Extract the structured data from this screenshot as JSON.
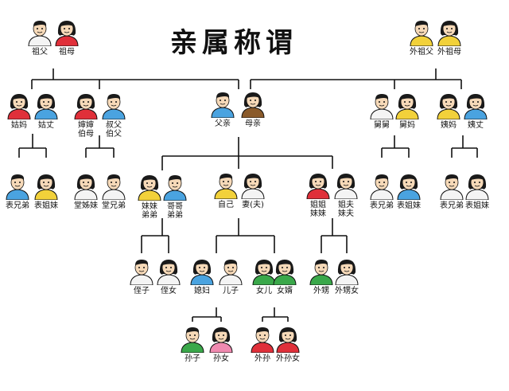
{
  "title": "亲属称谓",
  "people": [
    {
      "id": "grandpa",
      "label": "祖父"
    },
    {
      "id": "grandma",
      "label": "祖母"
    },
    {
      "id": "m_grandpa",
      "label": "外祖父"
    },
    {
      "id": "m_grandma",
      "label": "外祖母"
    },
    {
      "id": "aunt_pat",
      "label": "姑妈"
    },
    {
      "id": "aunt_pat_h",
      "label": "姑丈"
    },
    {
      "id": "uncle_wife",
      "label": "婶婶\n伯母"
    },
    {
      "id": "uncle",
      "label": "叔父\n伯父"
    },
    {
      "id": "father",
      "label": "父亲"
    },
    {
      "id": "mother",
      "label": "母亲"
    },
    {
      "id": "uncle_mat",
      "label": "舅舅"
    },
    {
      "id": "uncle_mat_w",
      "label": "舅妈"
    },
    {
      "id": "aunt_mat",
      "label": "姨妈"
    },
    {
      "id": "aunt_mat_h",
      "label": "姨丈"
    },
    {
      "id": "cousin_pat1",
      "label": "表兄弟"
    },
    {
      "id": "cousin_pat2",
      "label": "表姐妹"
    },
    {
      "id": "tang_sis",
      "label": "堂姊妹"
    },
    {
      "id": "tang_bro",
      "label": "堂兄弟"
    },
    {
      "id": "sis_bro_y",
      "label": "妹妹\n弟弟"
    },
    {
      "id": "bro_old",
      "label": "哥哥\n弟弟"
    },
    {
      "id": "self",
      "label": "自己"
    },
    {
      "id": "wife",
      "label": "妻(夫)"
    },
    {
      "id": "sister",
      "label": "姐姐\n妹妹"
    },
    {
      "id": "sis_husb",
      "label": "姐夫\n妹夫"
    },
    {
      "id": "cousin_mat1",
      "label": "表兄弟"
    },
    {
      "id": "cousin_mat2",
      "label": "表姐妹"
    },
    {
      "id": "cousin_mat3",
      "label": "表兄弟"
    },
    {
      "id": "cousin_mat4",
      "label": "表姐妹"
    },
    {
      "id": "nephew",
      "label": "侄子"
    },
    {
      "id": "niece",
      "label": "侄女"
    },
    {
      "id": "dil",
      "label": "媳妇"
    },
    {
      "id": "son",
      "label": "儿子"
    },
    {
      "id": "daughter",
      "label": "女儿"
    },
    {
      "id": "sil",
      "label": "女婿"
    },
    {
      "id": "w_nephew",
      "label": "外甥"
    },
    {
      "id": "w_niece",
      "label": "外甥女"
    },
    {
      "id": "grandson",
      "label": "孙子"
    },
    {
      "id": "granddaughter",
      "label": "孙女"
    },
    {
      "id": "w_grandson",
      "label": "外孙"
    },
    {
      "id": "w_granddaughter",
      "label": "外孙女"
    }
  ],
  "colors": {
    "line": "#111111",
    "skin": "#f6d9b8",
    "hair": "#1a1a1a",
    "blue": "#4aa3e0",
    "red": "#e0303a",
    "yellow": "#f2d13a",
    "green": "#3aa84a",
    "white": "#f4f4f4",
    "pink": "#f08ab0",
    "brown": "#8a5a2a"
  }
}
